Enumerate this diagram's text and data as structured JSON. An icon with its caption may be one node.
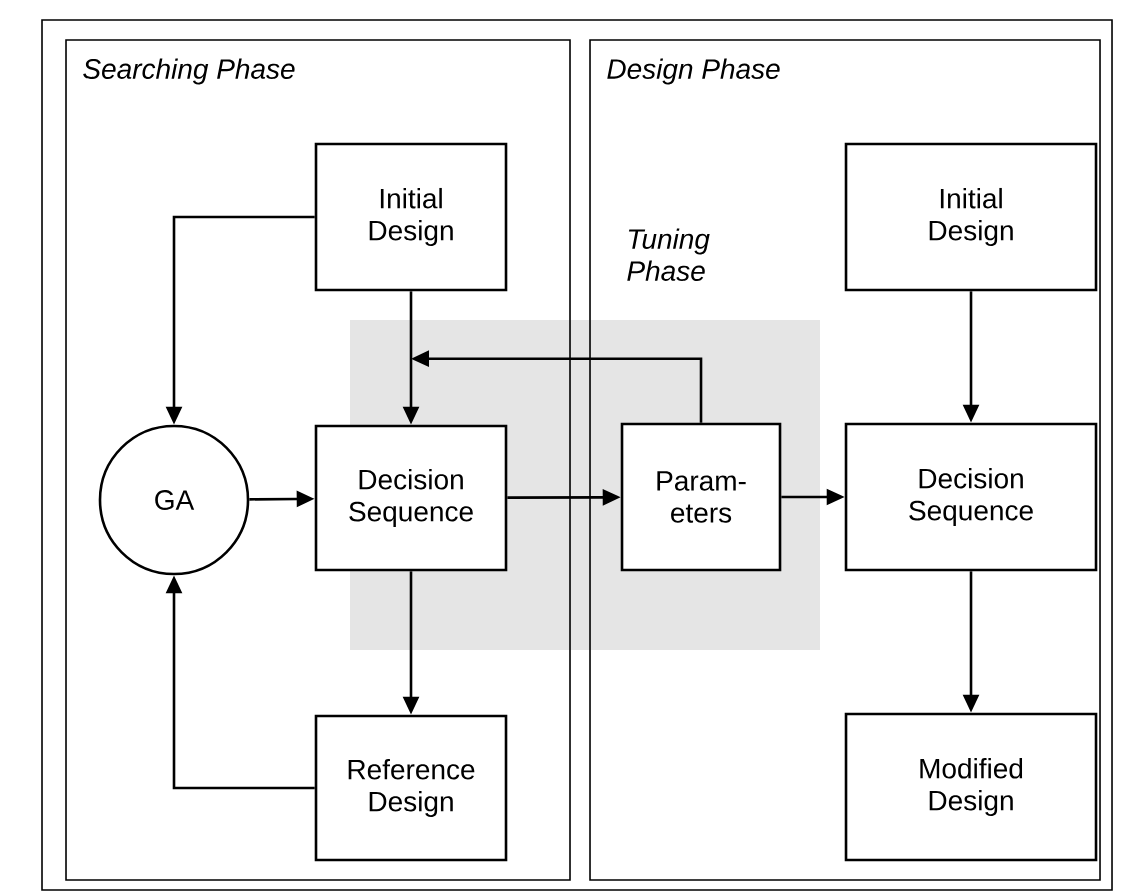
{
  "diagram": {
    "nodes": [
      {
        "text": [
          "Searching Phase"
        ]
      },
      {
        "text": [
          "Initial Design"
        ],
        "in": 0
      },
      {
        "text": [
          "GA"
        ],
        "in": 0
      },
      {
        "text": [
          "Decision Sequence"
        ],
        "in": 0
      },
      {
        "text": [
          "Reference Design"
        ],
        "in": 0
      },
      {
        "text": [
          "Design Phase"
        ]
      },
      {
        "text": [
          "Param- eters"
        ],
        "in": 5
      },
      {
        "text": [
          "Initial Design"
        ],
        "in": 5
      },
      {
        "text": [
          "Decision Sequence"
        ],
        "in": 5
      },
      {
        "text": [
          "Modified Design"
        ],
        "in": 5
      }
    ],
    "edges": [
      {
        "from": 1,
        "to": 3,
        "arrow": "to"
      },
      {
        "from": 1,
        "to": 2,
        "arrow": "to"
      },
      {
        "from": 2,
        "to": 3,
        "arrow": "to"
      },
      {
        "from": 3,
        "to": 4,
        "arrow": "to"
      },
      {
        "from": 4,
        "to": 2,
        "arrow": "to"
      },
      {
        "from": 3,
        "to": 6,
        "arrow": "to"
      },
      {
        "from": 6,
        "to": 3,
        "arrow": "to"
      },
      {
        "from": 6,
        "to": 8,
        "arrow": "to"
      },
      {
        "from": 7,
        "to": 8,
        "arrow": "to"
      },
      {
        "from": 8,
        "to": 9,
        "arrow": "to"
      }
    ],
    "labels": [
      "Tuning Phase"
    ]
  }
}
